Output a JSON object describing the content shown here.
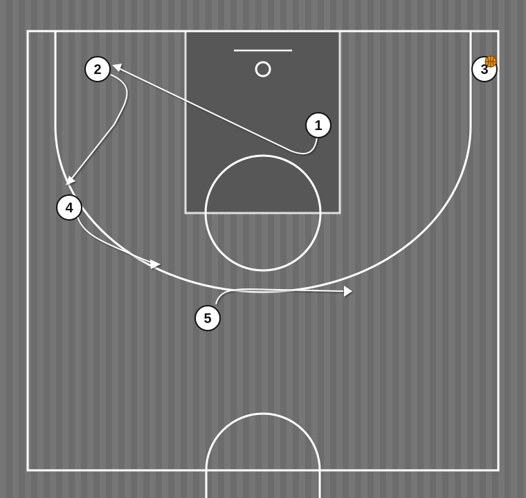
{
  "colors": {
    "floor_light": "#747474",
    "floor_dark": "#6a6a6a",
    "paint": "#575757",
    "lines": "#ffffff",
    "player_fill": "#ffffff",
    "player_text": "#111111",
    "ball": "#e8901a"
  },
  "players": [
    {
      "number": "1",
      "has_ball": false
    },
    {
      "number": "2",
      "has_ball": false
    },
    {
      "number": "3",
      "has_ball": true
    },
    {
      "number": "4",
      "has_ball": false
    },
    {
      "number": "5",
      "has_ball": false
    }
  ],
  "actions": [
    {
      "type": "cut",
      "from_player": "1"
    },
    {
      "type": "cut",
      "from_player": "2"
    },
    {
      "type": "cut",
      "from_player": "4"
    },
    {
      "type": "cut",
      "from_player": "5"
    }
  ],
  "icons": [
    "basketball-icon",
    "arrowhead-icon"
  ]
}
